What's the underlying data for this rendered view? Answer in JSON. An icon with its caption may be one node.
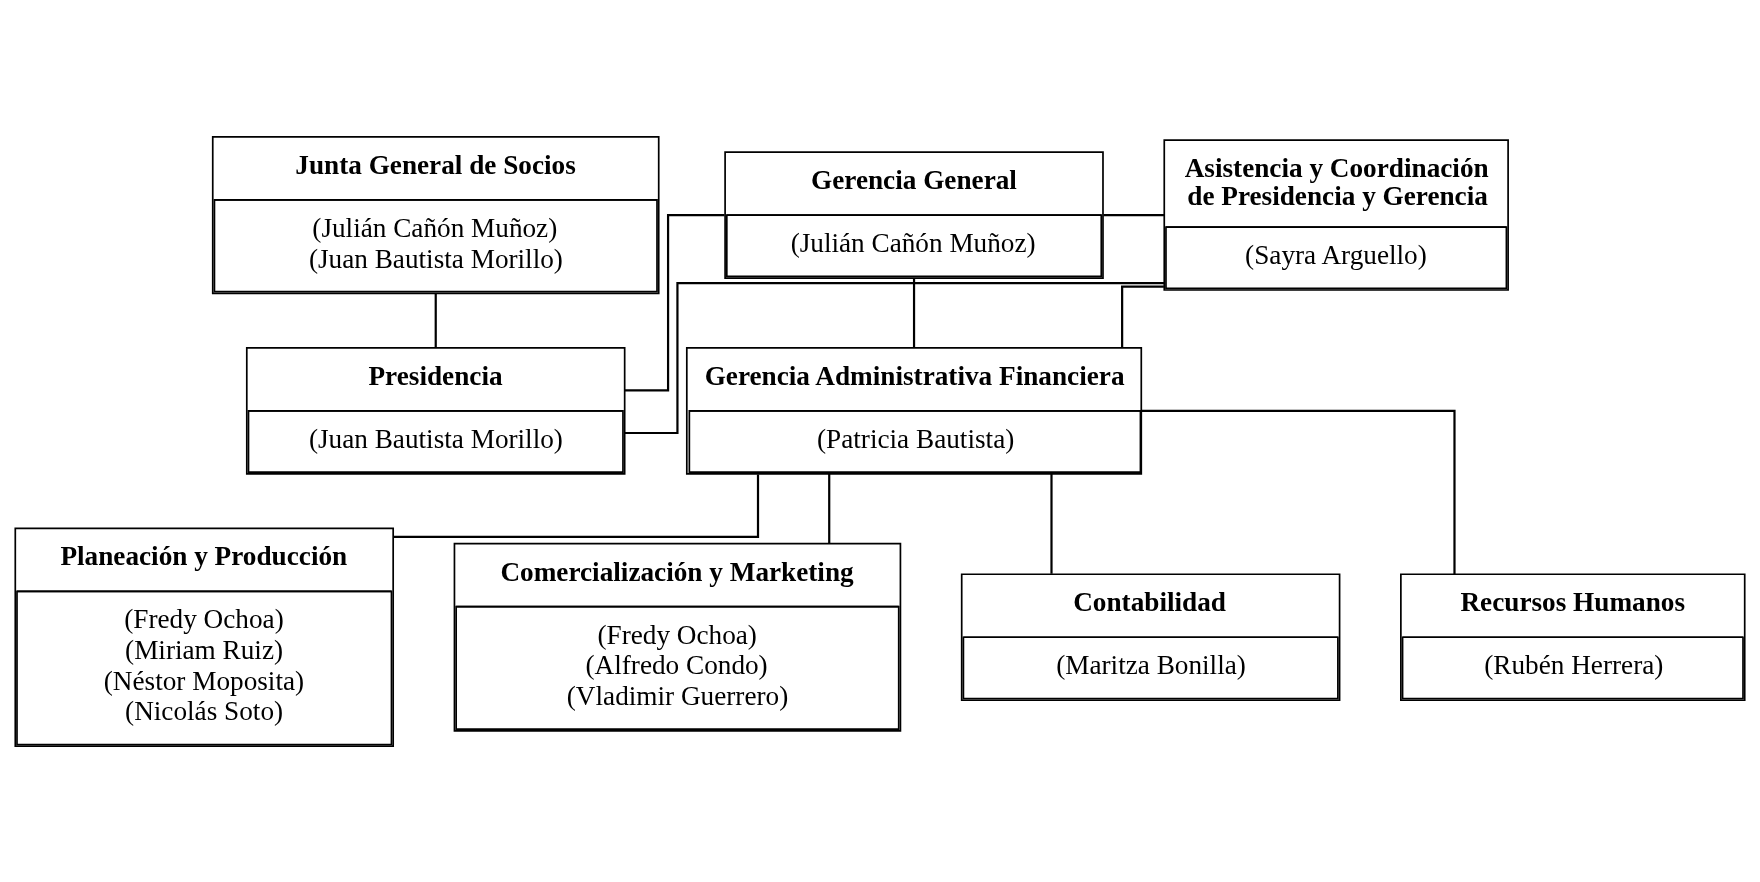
{
  "diagram": {
    "nodes": [
      {
        "text": [
          "Junta General de Socios",
          "(Julián Cañón Muñoz) (Juan Bautista Morillo)"
        ]
      },
      {
        "text": [
          "Presidencia",
          "(Juan Bautista Morillo)"
        ]
      },
      {
        "text": [
          "Gerencia General",
          "(Julián Cañón Muñoz)"
        ]
      },
      {
        "text": [
          "Gerencia Administrativa Financiera",
          "(Patricia Bautista)"
        ]
      },
      {
        "text": [
          "Asistencia y Coordinación de Presidencia y Gerencia",
          "(Sayra Arguello)"
        ]
      },
      {
        "text": [
          "Planeación y Producción",
          "(Fredy Ochoa) (Miriam Ruiz) (Néstor Moposita) (Nicolás Soto)"
        ]
      },
      {
        "text": [
          "Comercialización y Marketing",
          "(Fredy Ochoa) (Alfredo Condo) (Vladimir Guerrero)"
        ]
      },
      {
        "text": [
          "Contabilidad",
          "(Maritza Bonilla)"
        ]
      },
      {
        "text": [
          "Recursos Humanos",
          "(Rubén Herrera)"
        ]
      }
    ],
    "edges": [
      {
        "from": 0,
        "to": 1,
        "arrow": "none"
      },
      {
        "from": 1,
        "to": 2,
        "arrow": "none"
      },
      {
        "from": 2,
        "to": 3,
        "arrow": "none"
      },
      {
        "from": 1,
        "to": 4,
        "arrow": "none"
      },
      {
        "from": 2,
        "to": 4,
        "arrow": "none"
      },
      {
        "from": 3,
        "to": 4,
        "arrow": "none"
      },
      {
        "from": 3,
        "to": 5,
        "arrow": "none"
      },
      {
        "from": 3,
        "to": 6,
        "arrow": "none"
      },
      {
        "from": 3,
        "to": 7,
        "arrow": "none"
      },
      {
        "from": 3,
        "to": 8,
        "arrow": "none"
      }
    ]
  }
}
